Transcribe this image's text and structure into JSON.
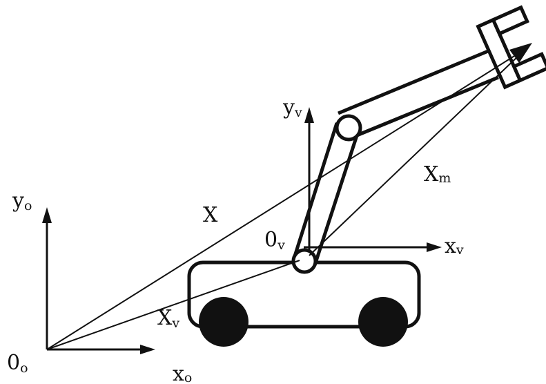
{
  "labels": {
    "world_origin": {
      "main": "0",
      "sub": "o"
    },
    "world_x_axis": {
      "main": "x",
      "sub": "o"
    },
    "world_y_axis": {
      "main": "y",
      "sub": "o"
    },
    "vehicle_origin": {
      "main": "0",
      "sub": "v"
    },
    "vehicle_x_axis": {
      "main": "x",
      "sub": "v"
    },
    "vehicle_y_axis": {
      "main": "y",
      "sub": "v"
    },
    "vector_x": {
      "main": "X"
    },
    "vector_xv": {
      "main": "X",
      "sub": "v"
    },
    "vector_xm": {
      "main": "X",
      "sub": "m"
    }
  },
  "colors": {
    "ink": "#111111",
    "background": "#ffffff"
  }
}
